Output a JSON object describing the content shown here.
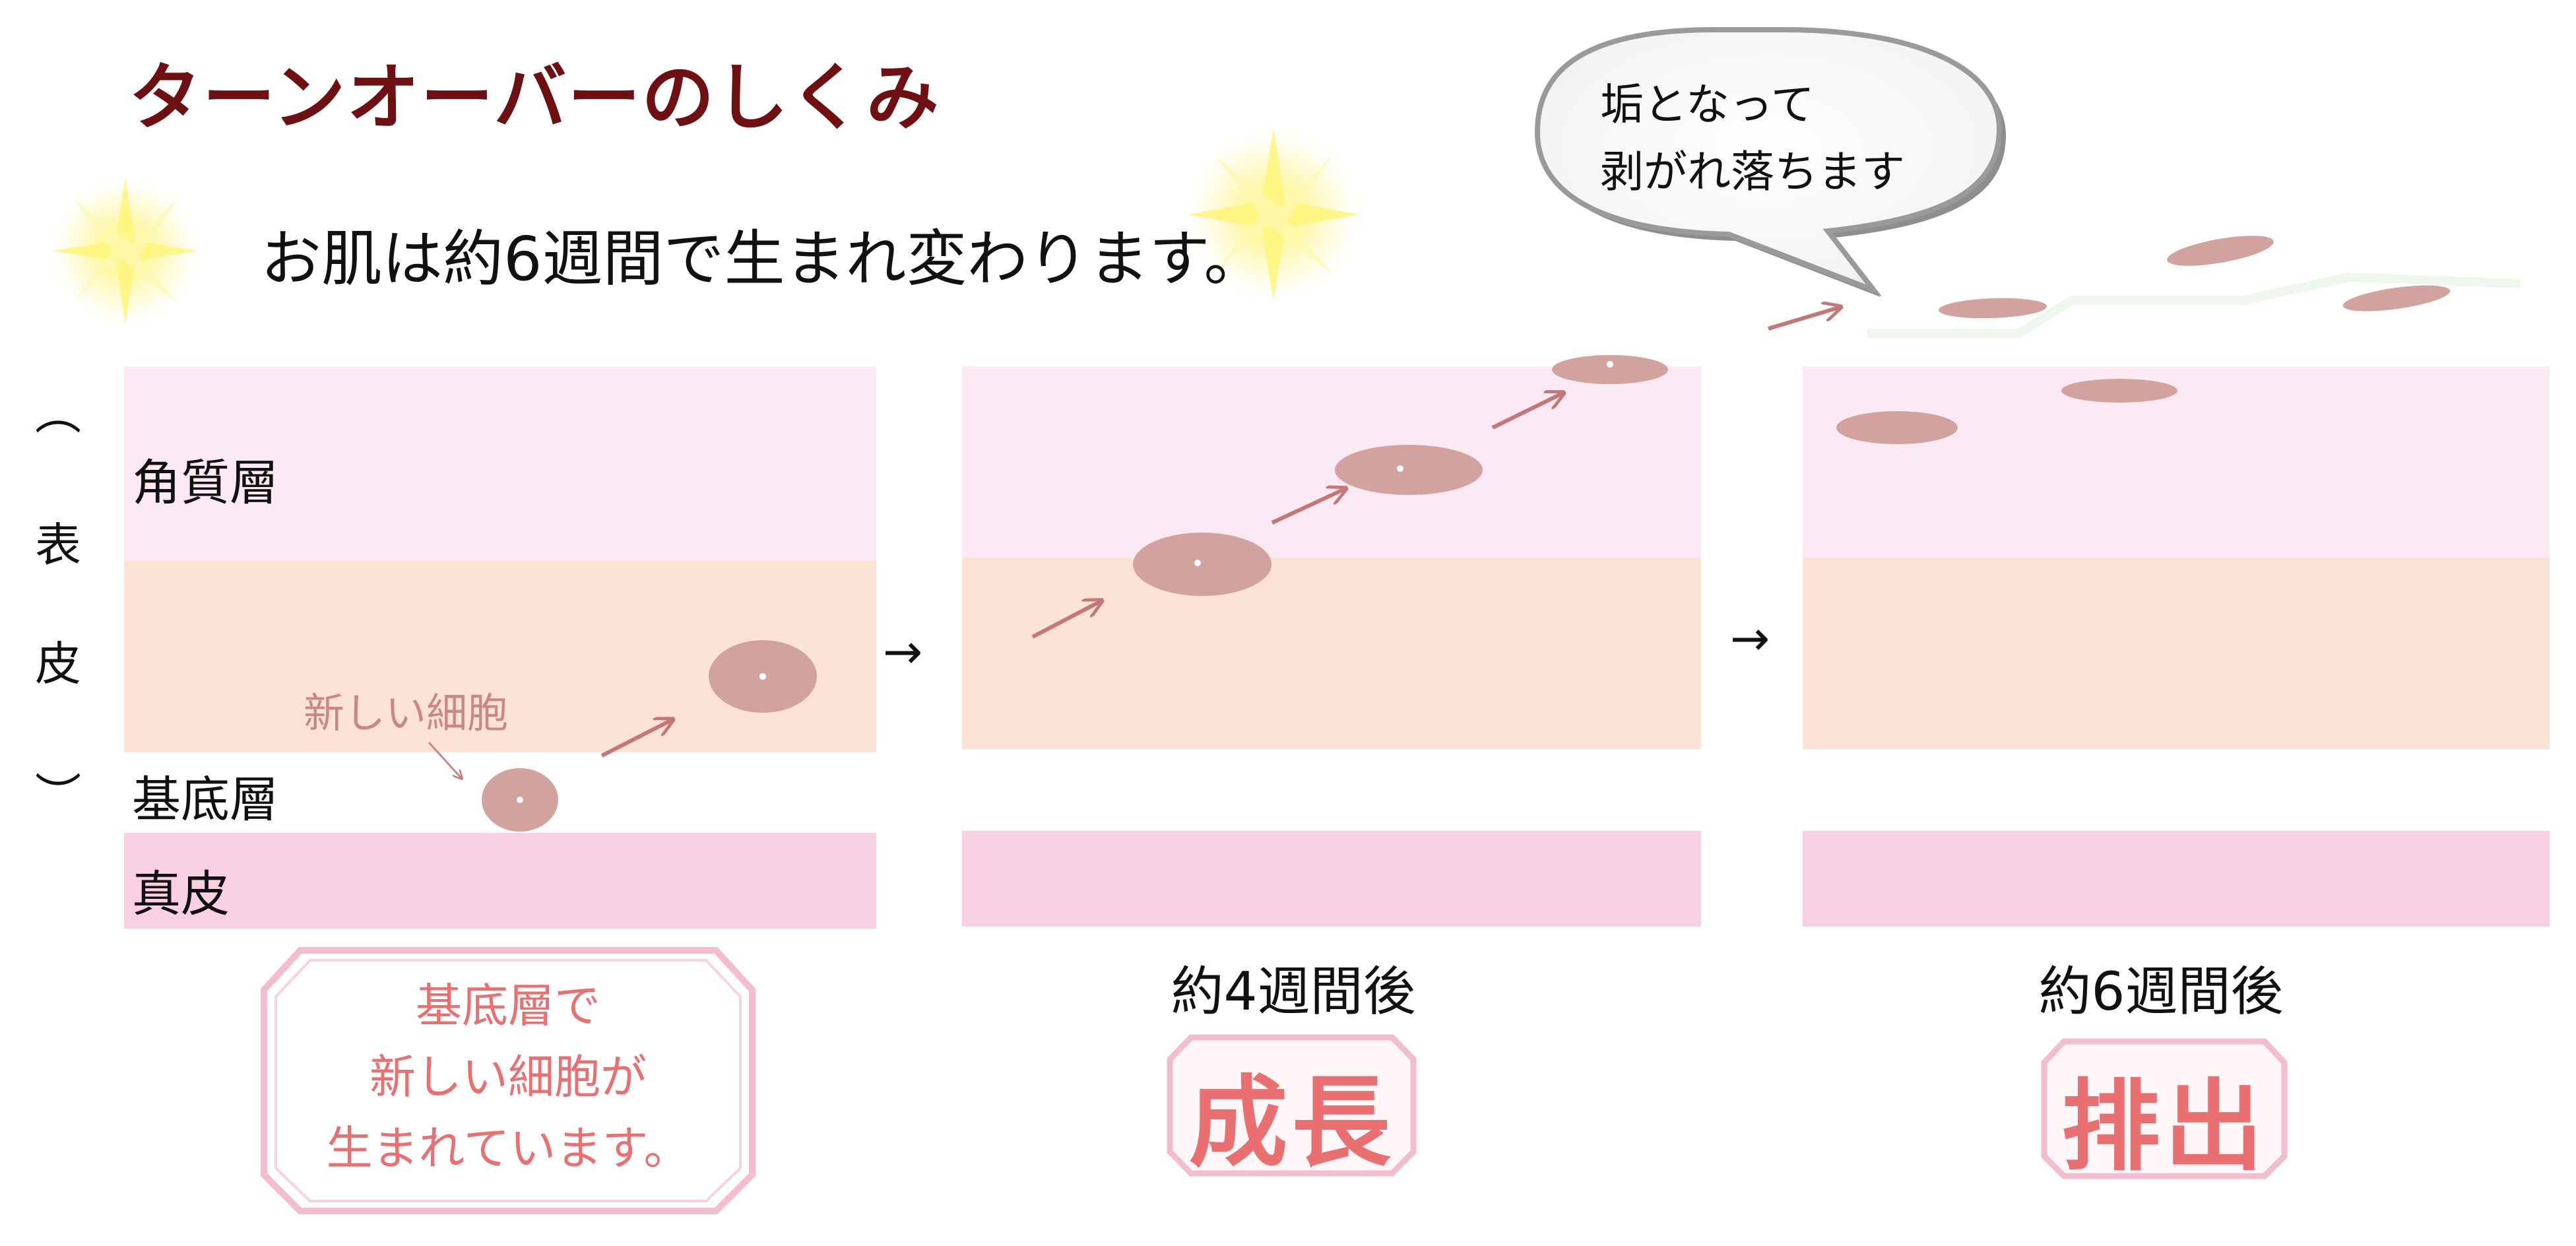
{
  "title": "ターンオーバーのしくみ",
  "subtitle": "お肌は約6週間で生まれ変わります。",
  "speech_bubble": {
    "lines": [
      "垢となって",
      "剥がれ落ちます"
    ]
  },
  "epidermis_label": [
    "︵",
    "表",
    "皮",
    "︶"
  ],
  "layers": {
    "horny": "角質層",
    "basal": "基底層",
    "dermis": "真皮"
  },
  "new_cell_label": "新しい細胞",
  "step_arrow": "→",
  "panels": [
    {
      "caption": "",
      "box_lines": [
        "基底層で",
        "新しい細胞が",
        "生まれています。"
      ]
    },
    {
      "caption": "約4週間後",
      "box_word": "成長"
    },
    {
      "caption": "約6週間後",
      "box_word": "排出"
    }
  ],
  "colors": {
    "title": "#6e0f12",
    "horny_layer": "#fbeaf4",
    "granular_layer": "#fce3d6",
    "dermis_layer": "#f9d0e2",
    "cell": "#d2a29f",
    "arrow": "#c57676",
    "box_text": "#ea6f71",
    "box_border": "#f3bcd0",
    "sparkle": "#fff27a"
  }
}
